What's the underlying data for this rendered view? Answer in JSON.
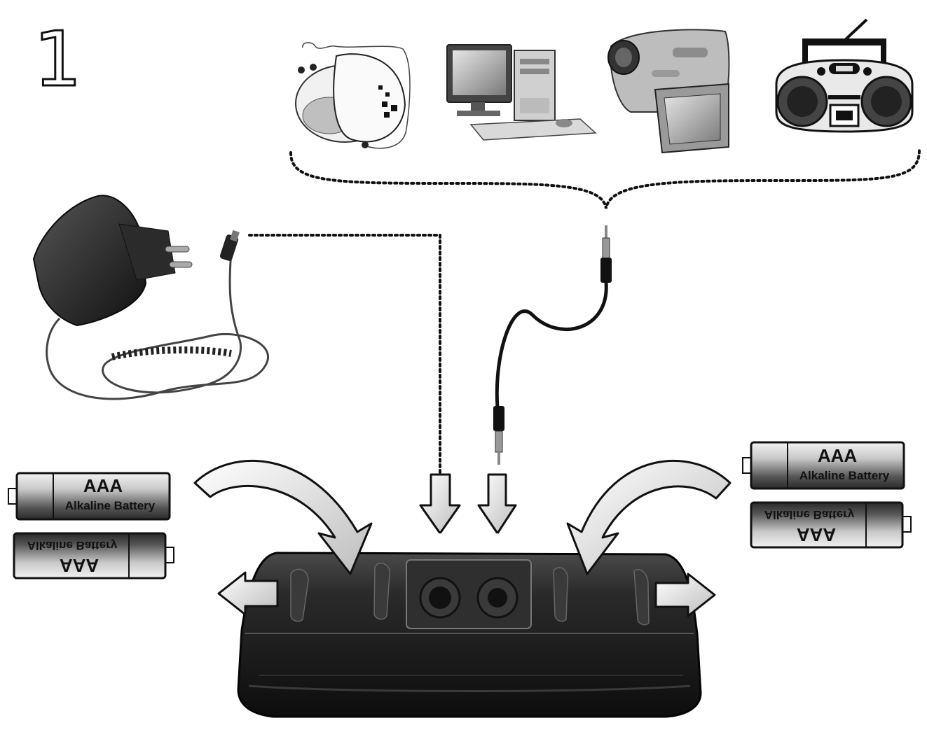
{
  "step": {
    "number": "1"
  },
  "sources": [
    {
      "name": "Portable CD player",
      "icon": "cd-player-icon"
    },
    {
      "name": "Desktop computer",
      "icon": "computer-icon"
    },
    {
      "name": "Camcorder",
      "icon": "camcorder-icon"
    },
    {
      "name": "Boombox radio",
      "icon": "boombox-icon"
    }
  ],
  "battery": {
    "type": "AAA",
    "label": "Alkaline Battery"
  },
  "colors": {
    "ink": "#111111",
    "speaker": "#1a1a1a",
    "arrow_fill": "#d8d8d8"
  }
}
